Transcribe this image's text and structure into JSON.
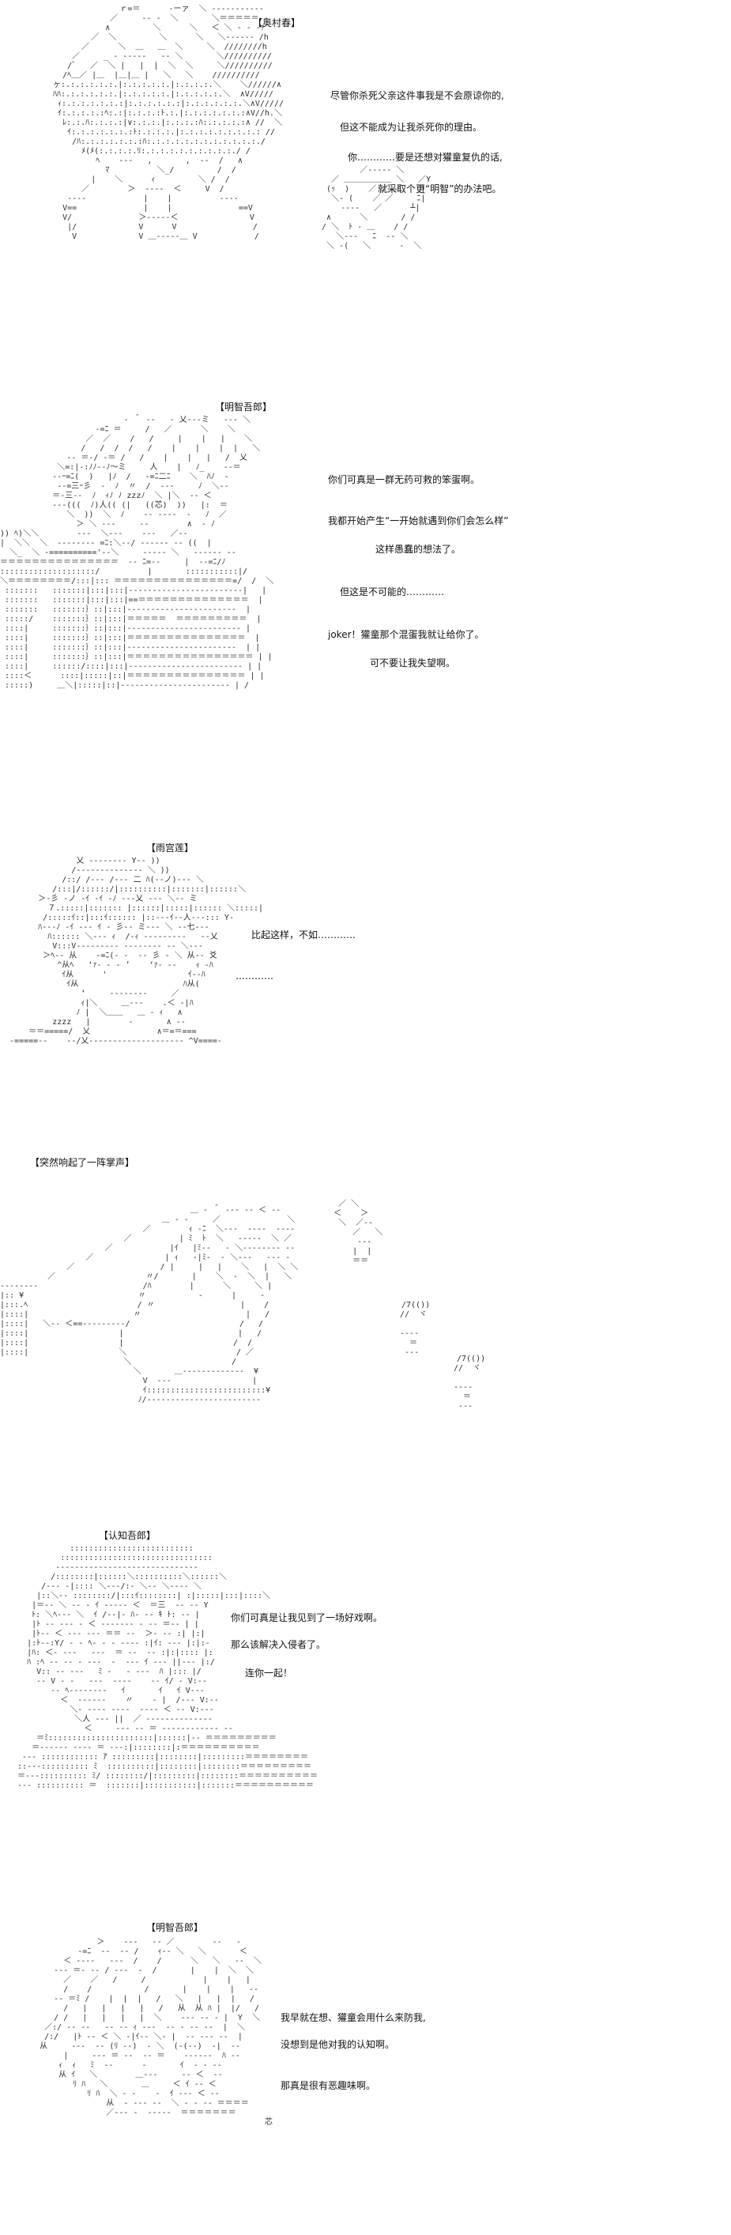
{
  "panels": [
    {
      "speaker": "【奥村春】",
      "lines": [
        "尽管你杀死父亲这件事我是不会原谅你的,",
        "但这不能成为让我杀死你的理由。",
        "你…………要是还想对獾童复仇的话,",
        "就采取个更“明智”的办法吧。"
      ]
    },
    {
      "speaker": "【明智吾郎】",
      "lines": [
        "你们可真是一群无药可救的笨蛋啊。",
        "我都开始产生“一开始就遇到你们会怎么样”",
        "这样愚蠢的想法了。",
        "但这是不可能的…………",
        "joker！獾童那个混蛋我就让给你了。",
        "可不要让我失望啊。"
      ],
      "art_text": {
        "zzz": "zzz",
        "kokoro": "(芯)"
      }
    },
    {
      "speaker": "【雨宫莲】",
      "lines": [
        "比起这样，不如…………",
        "…………"
      ],
      "art_text": {
        "zzzz": "zzzz"
      }
    },
    {
      "speaker": "【突然响起了一阵掌声】",
      "lines": [],
      "art_text": {
        "clap_1": "/7(())",
        "clap_2": "/7(())"
      }
    },
    {
      "speaker": "【认知吾郎】",
      "lines": [
        "你们可真是让我见到了一场好戏啊。",
        "那么该解决入侵者了。",
        "连你一起！"
      ]
    },
    {
      "speaker": "【明智吾郎】",
      "lines": [
        "我早就在想、獾童会用什么来防我,",
        "没想到是他对我的认知啊。",
        "那真是很有恶趣味啊。"
      ],
      "art_text": {
        "kokoro": "芯"
      }
    }
  ]
}
